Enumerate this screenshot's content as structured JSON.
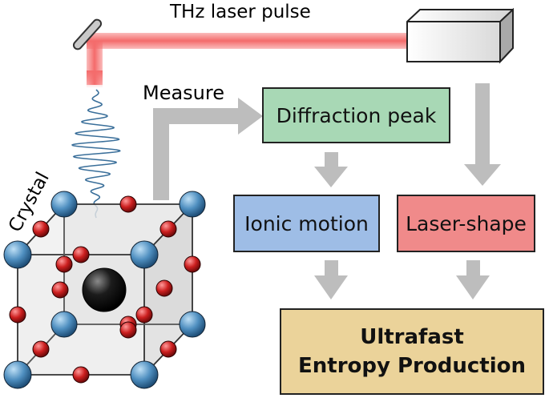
{
  "labels": {
    "thz_laser_pulse": "THz laser pulse",
    "measure": "Measure",
    "crystal": "Crystal"
  },
  "boxes": {
    "diffraction_peak": "Diffraction peak",
    "ionic_motion": "Ionic motion",
    "laser_shape": "Laser-shape",
    "entropy_line1": "Ultrafast",
    "entropy_line2": "Entropy Production"
  },
  "colors": {
    "beam": "#f46b6b",
    "arrow": "#bdbdbd",
    "diffraction_fill": "#a8d8b5",
    "ionic_fill": "#9ebde6",
    "laser_fill": "#f08a8a",
    "entropy_fill": "#ebd39a",
    "wave": "#3a6f9a",
    "large_atom": "#4f8fc0",
    "small_atom": "#cc1f1f",
    "center_atom": "#111111"
  }
}
